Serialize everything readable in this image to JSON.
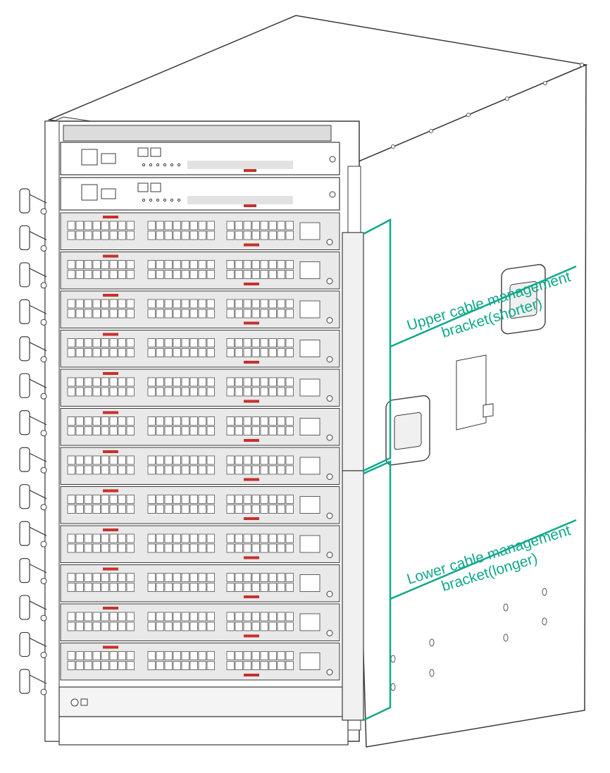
{
  "callouts": {
    "upper": {
      "line1": "Upper cable management",
      "line2": "bracket(shorter)"
    },
    "lower": {
      "line1": "Lower cable management",
      "line2": "bracket(longer)"
    }
  },
  "colors": {
    "callout": "#10a88a",
    "outline": "#3a3a3a",
    "module_fill": "#e9e9e9",
    "chassis_fill": "#ffffff",
    "latch_red": "#c4322b"
  },
  "device": {
    "mpu_count": 2,
    "line_card_count": 12,
    "left_handle_count": 14,
    "upper_bracket_card_span": 6,
    "lower_bracket_card_span": 6
  }
}
